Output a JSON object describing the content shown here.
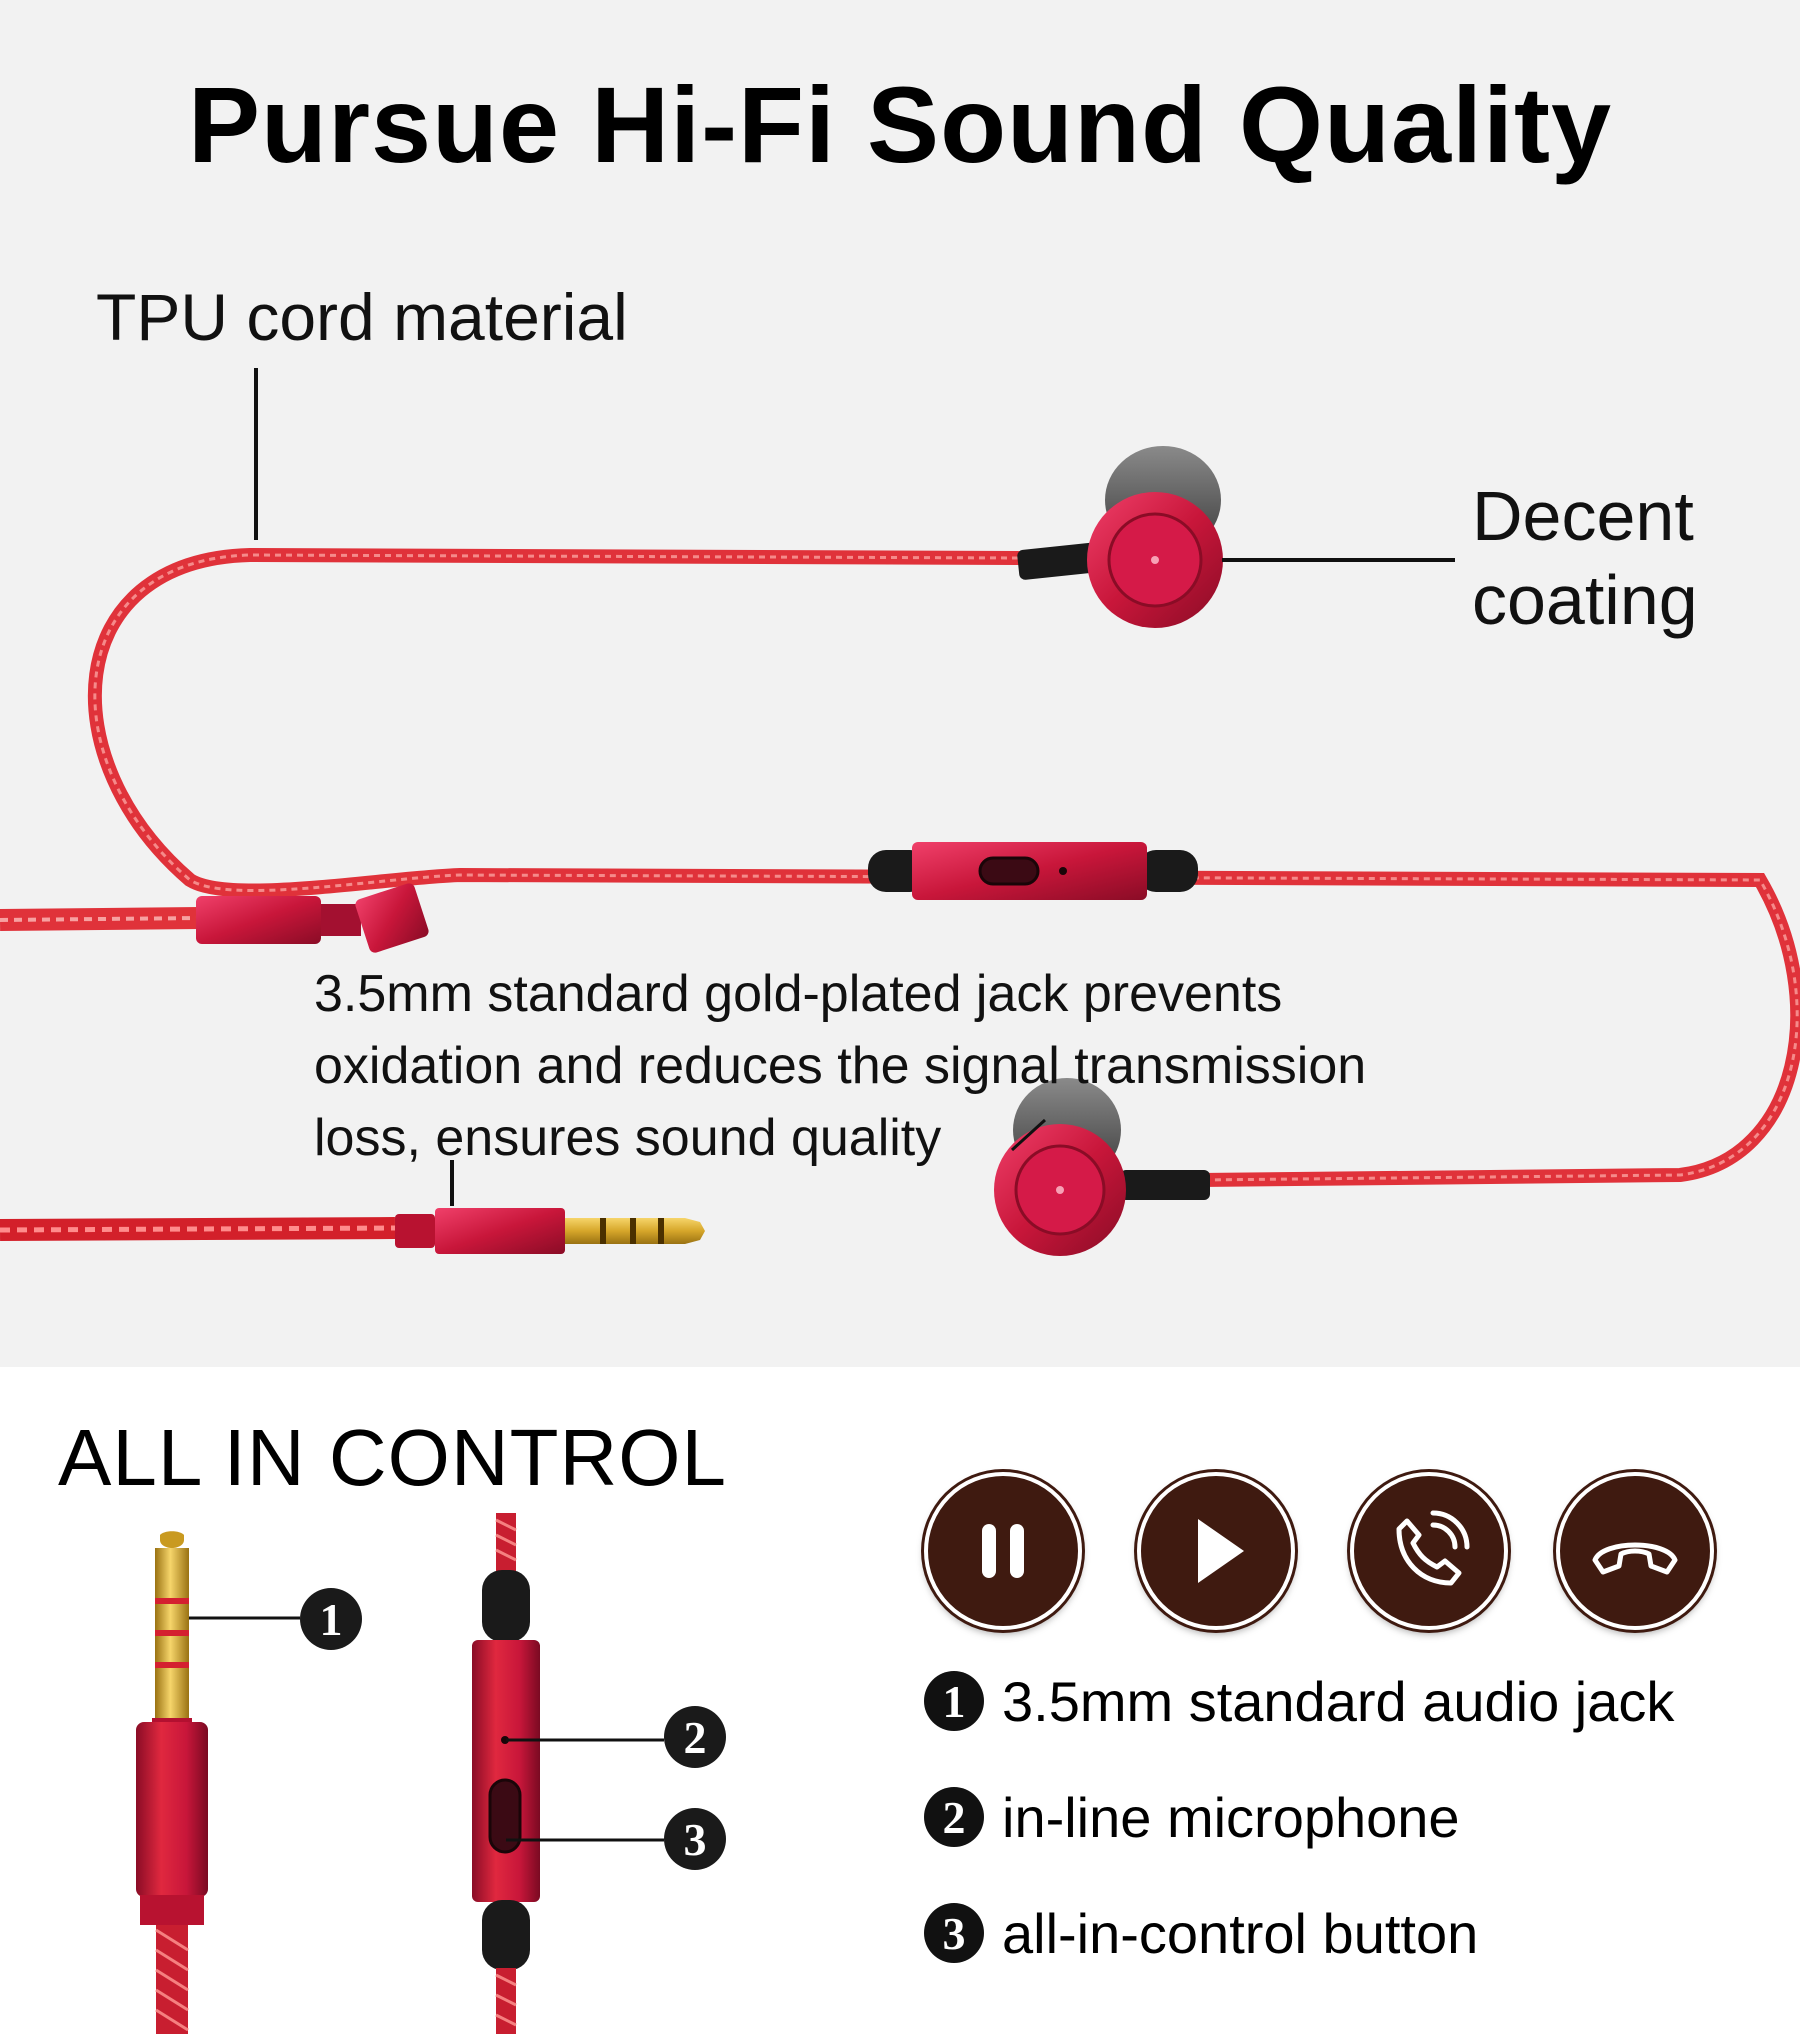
{
  "headline": "Pursue Hi-Fi Sound Quality",
  "callouts": {
    "cord": "TPU cord material",
    "coating": [
      "Decent",
      "coating"
    ],
    "jack": [
      "3.5mm standard gold-plated jack prevents",
      "oxidation and reduces the signal transmission",
      "loss, ensures sound quality"
    ]
  },
  "control_section": {
    "title": "ALL IN CONTROL",
    "buttons": [
      {
        "icon": "pause-icon"
      },
      {
        "icon": "play-icon"
      },
      {
        "icon": "answer-call-icon"
      },
      {
        "icon": "hang-up-icon"
      }
    ],
    "markers": [
      "1",
      "2",
      "3"
    ],
    "legend": [
      {
        "num": "1",
        "label": "3.5mm standard audio jack"
      },
      {
        "num": "2",
        "label": "in-line microphone"
      },
      {
        "num": "3",
        "label": "all-in-control button"
      }
    ]
  },
  "colors": {
    "cable_red": "#e0323a",
    "metal_red": "#c8163a",
    "gold": "#d6a62a",
    "button_brown": "#3f1a10"
  }
}
